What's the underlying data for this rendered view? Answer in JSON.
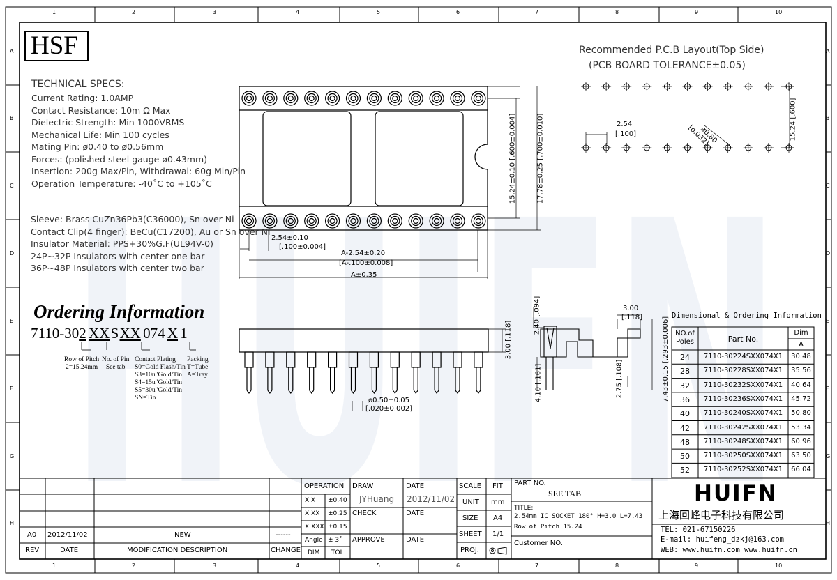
{
  "drawing": {
    "logo_box": "HSF",
    "watermark": "HUIFN",
    "column_markers": [
      "1",
      "2",
      "3",
      "4",
      "5",
      "6",
      "7",
      "8",
      "9",
      "10"
    ],
    "row_markers": [
      "A",
      "B",
      "C",
      "D",
      "E",
      "F",
      "G",
      "H"
    ]
  },
  "tech_specs": {
    "title": "TECHNICAL SPECS:",
    "lines": [
      "Current Rating: 1.0AMP",
      "Contact Resistance: 10m Ω Max",
      "Dielectric Strength: Min 1000VRMS",
      "Mechanical Life: Min 100 cycles",
      "Mating Pin: ø0.40 to ø0.56mm",
      "Forces: (polished steel gauge ø0.43mm)",
      "Insertion: 200g Max/Pin, Withdrawal: 60g Min/Pin",
      "Operation Temperature: -40˚C to +105˚C"
    ],
    "materials": [
      "Sleeve: Brass CuZn36Pb3(C36000), Sn over Ni",
      "Contact Clip(4 finger): BeCu(C17200), Au or Sn over Ni",
      "Insulator Material: PPS+30%G.F(UL94V-0)",
      "24P~32P Insulators with center one bar",
      "36P~48P Insulators with center two bar"
    ]
  },
  "ordering": {
    "title": "Ordering Information",
    "part_code": {
      "p1": "7110-30",
      "p2": "2",
      "p3": "XX",
      "p4": "S",
      "p5": "XX",
      "p6": "074",
      "p7": "X",
      "p8": "1"
    },
    "notes": {
      "row_pitch": [
        "Row of Pitch",
        "2=15.24mm"
      ],
      "no_pin": [
        "No. of Pin",
        "See tab"
      ],
      "contact_plating": [
        "Contact Plating",
        "S0=Gold Flash/Tin",
        "S3=10u\"Gold/Tin",
        "S4=15u\"Gold/Tin",
        "S5=30u\"Gold/Tin",
        "SN=Tin"
      ],
      "packing": [
        "Packing",
        "T=Tube",
        "A=Tray"
      ]
    }
  },
  "top_view_dims": {
    "pitch": "2.54±0.10",
    "pitch_in": "[.100±0.004]",
    "a_minus": "A-2.54±0.20",
    "a_minus_in": "[A-.100±0.008]",
    "a_total": "A±0.35",
    "row": "15.24±0.10",
    "row_in": "[.600±0.004]",
    "overall": "17.78±0.25",
    "overall_in": "[.700±0.010]"
  },
  "side_view_dims": {
    "h": "3.00",
    "h_in": "[.118]",
    "pin_dia": "ø0.50±0.05",
    "pin_dia_in": "[.020±0.002]"
  },
  "section_dims": {
    "d240": "2.40",
    "d240_in": "[.094]",
    "d410": "4.10",
    "d410_in": "[.161]",
    "d275": "2.75",
    "d275_in": "[.108]",
    "d743": "7.43±0.15",
    "d743_in": "[.293±0.006]",
    "d300": "3.00",
    "d300_in": "[.118]"
  },
  "pcb": {
    "title": "Recommended P.C.B Layout(Top Side)",
    "subtitle": "(PCB BOARD TOLERANCE±0.05)",
    "pitch": "2.54",
    "pitch_in": "[.100]",
    "hole": "ø0.80",
    "hole_in": "[ø.032]",
    "row": "15.24",
    "row_in": "[.600]"
  },
  "dim_table": {
    "title": "Dimensional & Ordering Information",
    "headers": {
      "poles": [
        "NO.of",
        "Poles"
      ],
      "part": "Part No.",
      "dim": "Dim",
      "dim_sub": "A"
    },
    "rows": [
      {
        "poles": "24",
        "part": "7110-30224SXX074X1",
        "dim": "30.48"
      },
      {
        "poles": "28",
        "part": "7110-30228SXX074X1",
        "dim": "35.56"
      },
      {
        "poles": "32",
        "part": "7110-30232SXX074X1",
        "dim": "40.64"
      },
      {
        "poles": "36",
        "part": "7110-30236SXX074X1",
        "dim": "45.72"
      },
      {
        "poles": "40",
        "part": "7110-30240SXX074X1",
        "dim": "50.80"
      },
      {
        "poles": "42",
        "part": "7110-30242SXX074X1",
        "dim": "53.34"
      },
      {
        "poles": "48",
        "part": "7110-30248SXX074X1",
        "dim": "60.96"
      },
      {
        "poles": "50",
        "part": "7110-30250SXX074X1",
        "dim": "63.50"
      },
      {
        "poles": "52",
        "part": "7110-30252SXX074X1",
        "dim": "66.04"
      }
    ]
  },
  "title_block": {
    "rev_row": {
      "rev": "A0",
      "date": "2012/11/02",
      "desc": "NEW",
      "change": "------"
    },
    "headers": {
      "rev": "REV",
      "date": "DATE",
      "desc": "MODIFICATION DESCRIPTION",
      "change": "CHANGE"
    },
    "tolerance": {
      "operation": "OPERATION",
      "rows": [
        [
          "X.X",
          "±0.40"
        ],
        [
          "X.XX",
          "±0.25"
        ],
        [
          "X.XXX",
          "±0.15"
        ],
        [
          "Angle",
          "± 3˚"
        ]
      ],
      "dim": "DIM",
      "tol": "TOL"
    },
    "draw": "DRAW",
    "draw_by": "JYHuang",
    "date_label": "DATE",
    "draw_date": "2012/11/02",
    "check": "CHECK",
    "approve": "APPROVE",
    "scale": "SCALE",
    "fit": "FIT",
    "unit": "UNIT",
    "unit_val": "mm",
    "size": "SIZE",
    "size_val": "A4",
    "sheet": "SHEET",
    "sheet_val": "1/1",
    "proj": "PROJ.",
    "part_no_label": "PART NO.",
    "part_no": "SEE TAB",
    "title_label": "TITLE:",
    "title_line1": "2.54mm IC SOCKET 180° H=3.0 L=7.43",
    "title_line2": "Row of Pitch 15.24",
    "customer_no": "Customer NO.",
    "company_logo": "HUIFN",
    "company_name": "上海回峰电子科技有限公司",
    "tel": "TEL: 021-67150226",
    "email": "E-mail: huifeng_dzkj@163.com",
    "web": "WEB: www.huifn.com  www.huifn.cn"
  }
}
